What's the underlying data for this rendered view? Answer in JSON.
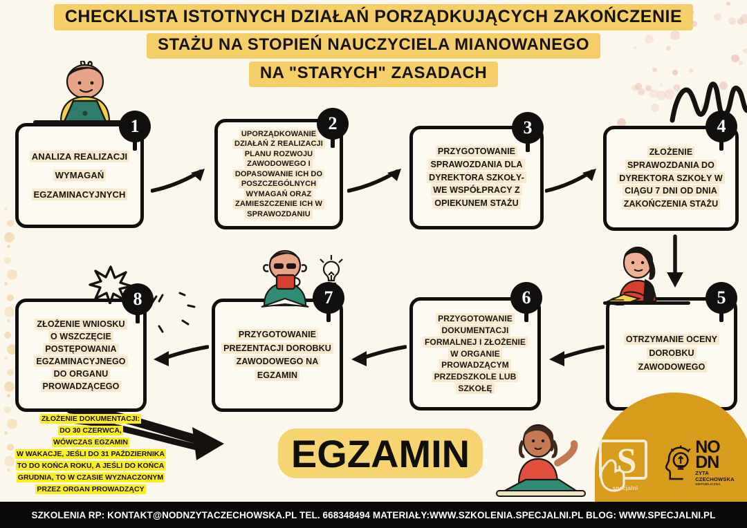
{
  "colors": {
    "background": "#FBF7EC",
    "title_banner": "#F6CE68",
    "box_fill": "#FCF9F0",
    "box_border": "#12100E",
    "text_highlight": "#F7E9CE",
    "note_highlight": "#FBED1E",
    "egzamin_banner": "#F7D472",
    "logo_blob": "#D79C1B",
    "footer_bar": "#0A0908",
    "dot_pink": "#F0C9BE",
    "dot_orange": "#F3D7A8"
  },
  "title": {
    "line1": "CHECKLISTA ISTOTNYCH DZIAŁAŃ PORZĄDKUJĄCYCH ZAKOŃCZENIE",
    "line2": "STAŻU NA STOPIEŃ NAUCZYCIELA MIANOWANEGO",
    "line3": "NA \"STARYCH\" ZASADACH"
  },
  "steps": [
    {
      "number": "1",
      "text": "ANALIZA REALIZACJI WYMAGAŃ EGZAMINACYJNYCH",
      "lines": [
        "ANALIZA REALIZACJI",
        "WYMAGAŃ",
        "EGZAMINACYJNYCH"
      ]
    },
    {
      "number": "2",
      "text": "UPORZĄDKOWANIE DZIAŁAŃ Z REALIZACJI PLANU ROZWOJU ZAWODOWEGO I DOPASOWANIE ICH DO POSZCZEGÓLNYCH WYMAGAŃ ORAZ ZAMIESZCZENIE ICH W SPRAWOZDANIU",
      "lines": [
        "UPORZĄDKOWANIE",
        "DZIAŁAŃ Z REALIZACJI",
        "PLANU ROZWOJU",
        "ZAWODOWEGO I",
        "DOPASOWANIE ICH DO",
        "POSZCZEGÓLNYCH",
        "WYMAGAŃ ORAZ",
        "ZAMIESZCZENIE ICH W",
        "SPRAWOZDANIU"
      ]
    },
    {
      "number": "3",
      "text": "PRZYGOTOWANIE SPRAWOZDANIA DLA DYREKTORA SZKOŁY- WE WSPÓŁPRACY Z OPIEKUNEM STAŻU",
      "lines": [
        "PRZYGOTOWANIE",
        "SPRAWOZDANIA DLA",
        "DYREKTORA SZKOŁY-",
        "WE WSPÓŁPRACY Z",
        "OPIEKUNEM STAŻU"
      ]
    },
    {
      "number": "4",
      "text": "ZŁOŻENIE SPRAWOZDANIA DO DYREKTORA SZKOŁY W CIĄGU 7 DNI OD DNIA ZAKOŃCZENIA STAŻU",
      "lines": [
        "ZŁOŻENIE",
        "SPRAWOZDANIA DO",
        "DYREKTORA SZKOŁY W",
        "CIĄGU 7 DNI OD DNIA",
        "ZAKOŃCZENIA STAŻU"
      ]
    },
    {
      "number": "5",
      "text": "OTRZYMANIE OCENY DOROBKU ZAWODOWEGO",
      "lines": [
        "OTRZYMANIE OCENY",
        "DOROBKU",
        "ZAWODOWEGO"
      ]
    },
    {
      "number": "6",
      "text": "PRZYGOTOWANIE DOKUMENTACJI FORMALNEJ I ZŁOŻENIE W ORGANIE PROWADZĄCYM PRZEDSZKOLE LUB SZKOŁĘ",
      "lines": [
        "PRZYGOTOWANIE",
        "DOKUMENTACJI",
        "FORMALNEJ I ZŁOŻENIE",
        "W ORGANIE",
        "PROWADZĄCYM",
        "PRZEDSZKOLE LUB",
        "SZKOŁĘ"
      ]
    },
    {
      "number": "7",
      "text": "PRZYGOTOWANIE PREZENTACJI DOROBKU ZAWODOWEGO NA EGZAMIN",
      "lines": [
        "PRZYGOTOWANIE",
        "PREZENTACJI DOROBKU",
        "ZAWODOWEGO NA",
        "EGZAMIN"
      ]
    },
    {
      "number": "8",
      "text": "ZŁOŻENIE WNIOSKU O WSZCZĘCIE POSTĘPOWANIA EGZAMINACYJNEGO DO ORGANU PROWADZĄCEGO",
      "lines": [
        "ZŁOŻENIE WNIOSKU",
        "O WSZCZĘCIE",
        "POSTĘPOWANIA",
        "EGZAMINACYJNEGO",
        "DO ORGANU",
        "PROWADZĄCEGO"
      ]
    }
  ],
  "note": {
    "lines": [
      "ZŁOŻENIE DOKUMENTACJI:",
      "DO 30 CZERWCA,",
      "WÓWCZAS EGZAMIN",
      "W WAKACJE, JEŚLI DO 31 PAŹDZIERNIKA",
      "TO DO KOŃCA ROKU, A JEŚLI DO KOŃCA",
      "GRUDNIA, TO W CZASIE WYZNACZONYM",
      "PRZEZ ORGAN PROWADZĄCY"
    ]
  },
  "egzamin_label": "EGZAMIN",
  "logos": {
    "specjalni_caption": "specjalni",
    "nodn_line1": "NO",
    "nodn_line2": "DN",
    "nodn_name": "ZYTA CZECHOWSKA",
    "nodn_sub": "NIEPUBLICZNA"
  },
  "footer": {
    "text": "SZKOLENIA RP: KONTAKT@NODNZYTACZECHOWSKA.PL TEL. 668348494 MATERIAŁY:WWW.SZKOLENIA.SPECJALNI.PL BLOG: WWW.SPECJALNI.PL"
  }
}
